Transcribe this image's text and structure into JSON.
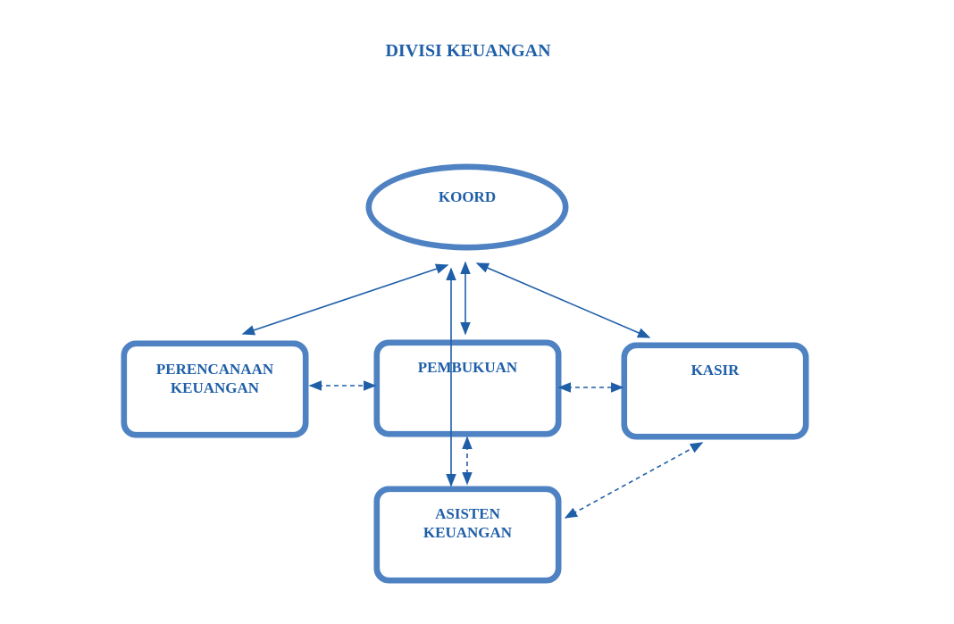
{
  "title": "DIVISI KEUANGAN",
  "nodes": {
    "koord": "KOORD",
    "perencanaan_line1": "PERENCANAAN",
    "perencanaan_line2": "KEUANGAN",
    "pembukuan": "PEMBUKUAN",
    "kasir": "KASIR",
    "asisten_line1": "ASISTEN",
    "asisten_line2": "KEUANGAN"
  },
  "colors": {
    "primary": "#1f5fa8",
    "border": "#4f82c2"
  }
}
